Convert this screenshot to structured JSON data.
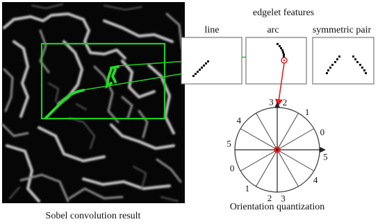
{
  "title": "edgelet features",
  "feature_labels": [
    "line",
    "arc",
    "symmetric pair"
  ],
  "caption_left": "Sobel convolution result",
  "caption_right": "Orientation quantization",
  "orientation_labels": [
    "3",
    "2",
    "1",
    "0",
    "5",
    "4",
    "3",
    "2",
    "1",
    "0",
    "5",
    "4"
  ],
  "colors": {
    "highlight": "#22cc22",
    "marker": "#dd2222",
    "image_bg": "#060606",
    "edges": "#bdbdbd"
  }
}
